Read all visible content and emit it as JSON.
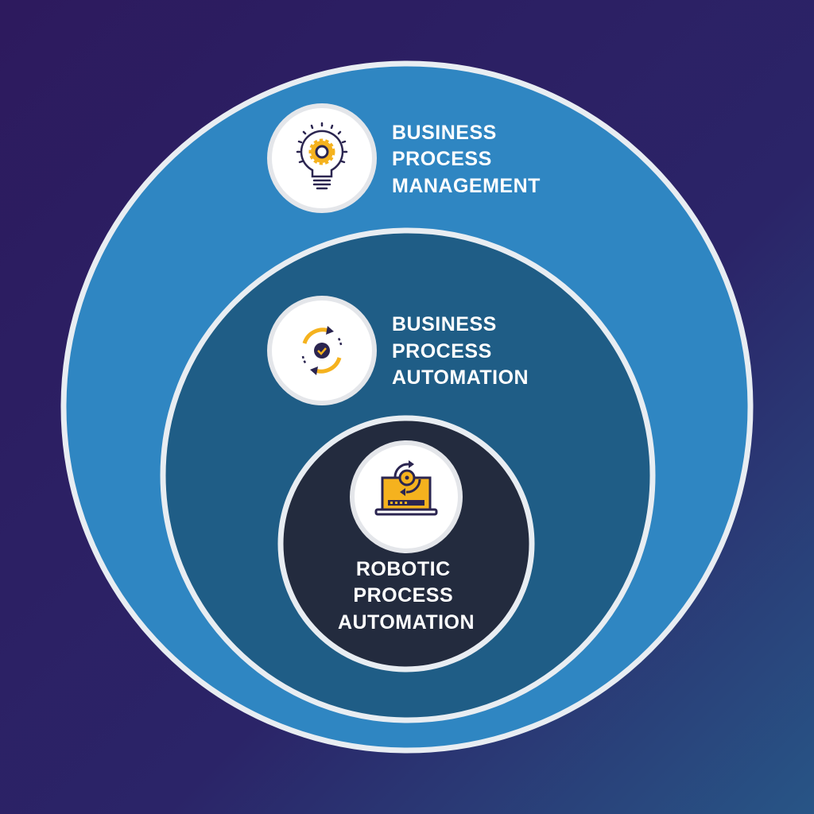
{
  "colors": {
    "bg_top": "#2c1a5c",
    "bg_bottom": "#2a4a82",
    "outer": "#2f86c2",
    "middle": "#1f5d86",
    "inner": "#232b3e",
    "border": "#e8edf2",
    "accent": "#f5b21e",
    "ink": "#2b2550"
  },
  "layers": [
    {
      "name": "outer",
      "icon": "lightbulb-gear-icon",
      "lines": [
        "BUSINESS",
        "PROCESS",
        "MANAGEMENT"
      ]
    },
    {
      "name": "middle",
      "icon": "cycle-check-icon",
      "lines": [
        "BUSINESS",
        "PROCESS",
        "AUTOMATION"
      ]
    },
    {
      "name": "inner",
      "icon": "laptop-automation-icon",
      "lines": [
        "ROBOTIC",
        "PROCESS",
        "AUTOMATION"
      ]
    }
  ]
}
